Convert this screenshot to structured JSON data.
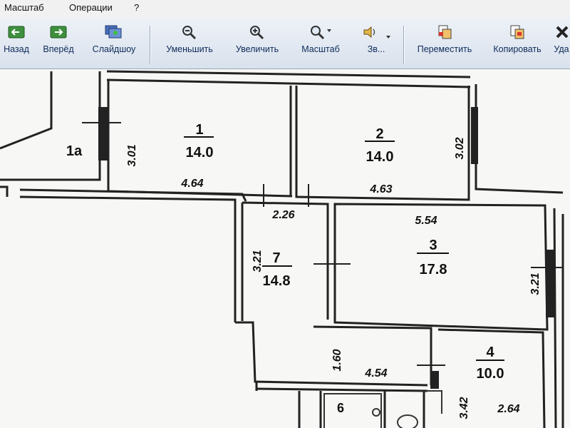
{
  "menu": {
    "items": [
      "Масштаб",
      "Операции",
      "?"
    ]
  },
  "toolbar": {
    "back": "Назад",
    "forward": "Вперёд",
    "slideshow": "Слайдшоу",
    "zoom_out": "Уменьшить",
    "zoom_in": "Увеличить",
    "scale": "Масштаб",
    "sound": "Зв...",
    "move": "Переместить",
    "copy": "Копировать",
    "delete_partial": "Уда"
  },
  "plan": {
    "rooms": [
      {
        "number": "1а",
        "area": ""
      },
      {
        "number": "1",
        "area": "14.0"
      },
      {
        "number": "2",
        "area": "14.0"
      },
      {
        "number": "7",
        "area": "14.8"
      },
      {
        "number": "3",
        "area": "17.8"
      },
      {
        "number": "4",
        "area": "10.0"
      },
      {
        "number": "6",
        "area": ""
      }
    ],
    "dimensions": [
      "3.01",
      "4.64",
      "3.02",
      "4.63",
      "2.26",
      "5.54",
      "3.21",
      "3.21",
      "1.60",
      "4.54",
      "3.42",
      "2.64"
    ]
  }
}
